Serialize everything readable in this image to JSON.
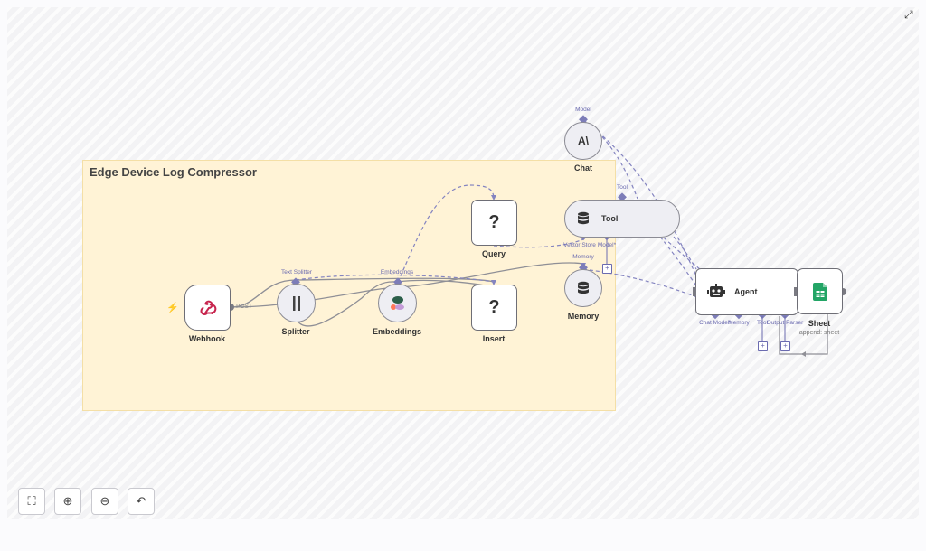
{
  "canvas": {
    "sticky_note": {
      "title": "Edge Device Log Compressor"
    }
  },
  "nodes": {
    "webhook": {
      "label": "Webhook",
      "output_label": "POST",
      "icon": "webhook-icon"
    },
    "splitter": {
      "label": "Splitter",
      "top_port_label": "Text Splitter",
      "icon": "splitter-icon"
    },
    "embeddings": {
      "label": "Embeddings",
      "top_port_label": "Embeddings",
      "icon": "embeddings-icon"
    },
    "query": {
      "label": "Query",
      "icon": "question-icon",
      "glyph": "?"
    },
    "insert": {
      "label": "Insert",
      "icon": "question-icon",
      "glyph": "?"
    },
    "chat": {
      "label": "Chat",
      "top_port_label": "Model",
      "icon": "anthropic-icon",
      "glyph": "A\\"
    },
    "tool": {
      "label": "Tool",
      "top_port_label": "Tool",
      "bottom_port_labels": [
        "Vector Store",
        "Model*"
      ],
      "icon": "database-icon"
    },
    "memory": {
      "label": "Memory",
      "top_port_label": "Memory",
      "icon": "database-icon"
    },
    "agent": {
      "label": "Agent",
      "bottom_port_labels": [
        "Chat Model*",
        "Memory",
        "Tool",
        "Output Parser"
      ],
      "icon": "robot-icon"
    },
    "sheet": {
      "label": "Sheet",
      "sublabel": "append: sheet",
      "icon": "google-sheets-icon"
    }
  },
  "controls": {
    "fit_view": {
      "icon": "fit-view-icon",
      "glyph": "⛶"
    },
    "zoom_in": {
      "icon": "zoom-in-icon",
      "glyph": "⊕"
    },
    "zoom_out": {
      "icon": "zoom-out-icon",
      "glyph": "⊖"
    },
    "reset": {
      "icon": "undo-icon",
      "glyph": "↶"
    },
    "fullscreen": {
      "icon": "expand-icon",
      "glyph": "⤢"
    }
  },
  "colors": {
    "sticky_bg": "#fff3d6",
    "connection_dashed": "#8484c0",
    "connection_solid": "#8f8f96",
    "trigger_accent": "#ff6d5a",
    "sheets_green": "#23a566"
  }
}
